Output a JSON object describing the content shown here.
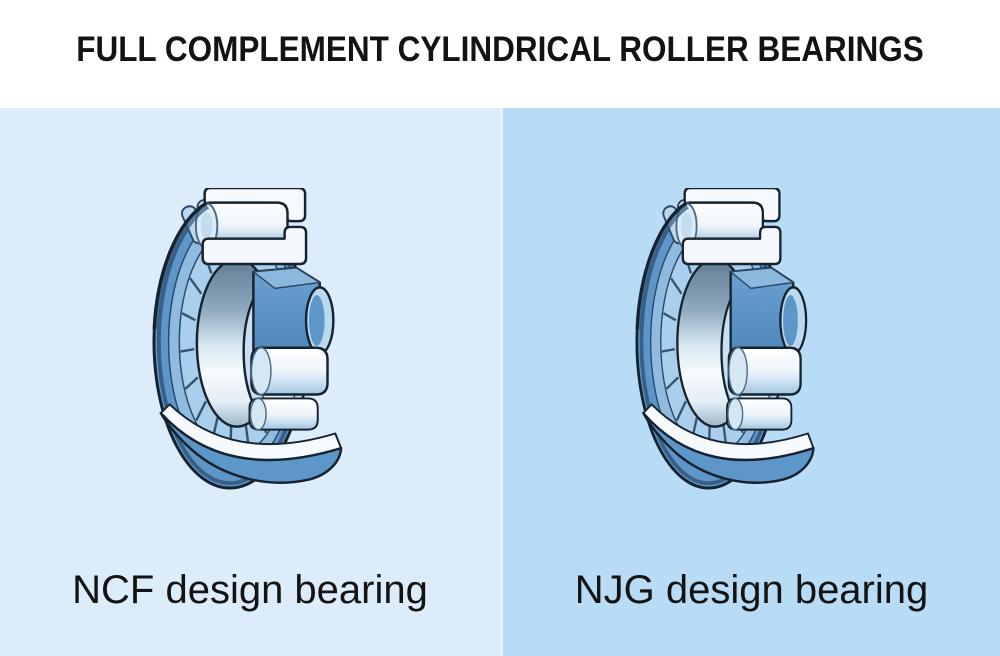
{
  "header": {
    "title": "FULL COMPLEMENT CYLINDRICAL ROLLER BEARINGS"
  },
  "panels": [
    {
      "id": "ncf",
      "label": "NCF design bearing",
      "background": "#ddecfa",
      "illustration": "cylindrical-roller-bearing-cutaway"
    },
    {
      "id": "njg",
      "label": "NJG design bearing",
      "background": "#b9dcf6",
      "illustration": "cylindrical-roller-bearing-cutaway"
    }
  ],
  "illustration_palette": {
    "outline": "#16222e",
    "ring_blue": "#5d96c8",
    "face_blue": "#8fbbe1",
    "roller_band_blue": "#a9cfec",
    "highlight_white": "#f7fafd",
    "steel_blue": "#86b4d8",
    "bore_steel": "#5f7d96"
  }
}
